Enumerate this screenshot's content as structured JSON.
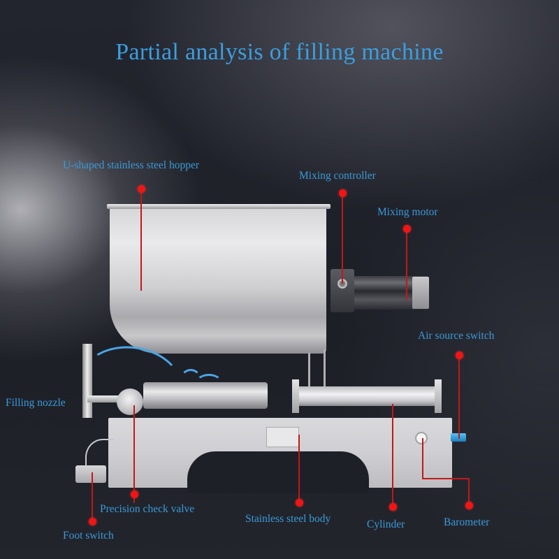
{
  "title": "Partial analysis of filling machine",
  "colors": {
    "label_text": "#3a9ad8",
    "title_text": "#3b9ee0",
    "marker_dot": "#f01515",
    "leader_line": "#c21818",
    "background": "#1b1d25"
  },
  "callouts": [
    {
      "id": "hopper",
      "label": "U-shaped stainless steel hopper"
    },
    {
      "id": "mixing_controller",
      "label": "Mixing controller"
    },
    {
      "id": "mixing_motor",
      "label": "Mixing motor"
    },
    {
      "id": "air_source_switch",
      "label": "Air source switch"
    },
    {
      "id": "filling_nozzle",
      "label": "Filling nozzle"
    },
    {
      "id": "precision_check_valve",
      "label": "Precision check valve"
    },
    {
      "id": "foot_switch",
      "label": "Foot switch"
    },
    {
      "id": "stainless_steel_body",
      "label": "Stainless steel body"
    },
    {
      "id": "cylinder",
      "label": "Cylinder"
    },
    {
      "id": "barometer",
      "label": "Barometer"
    }
  ]
}
